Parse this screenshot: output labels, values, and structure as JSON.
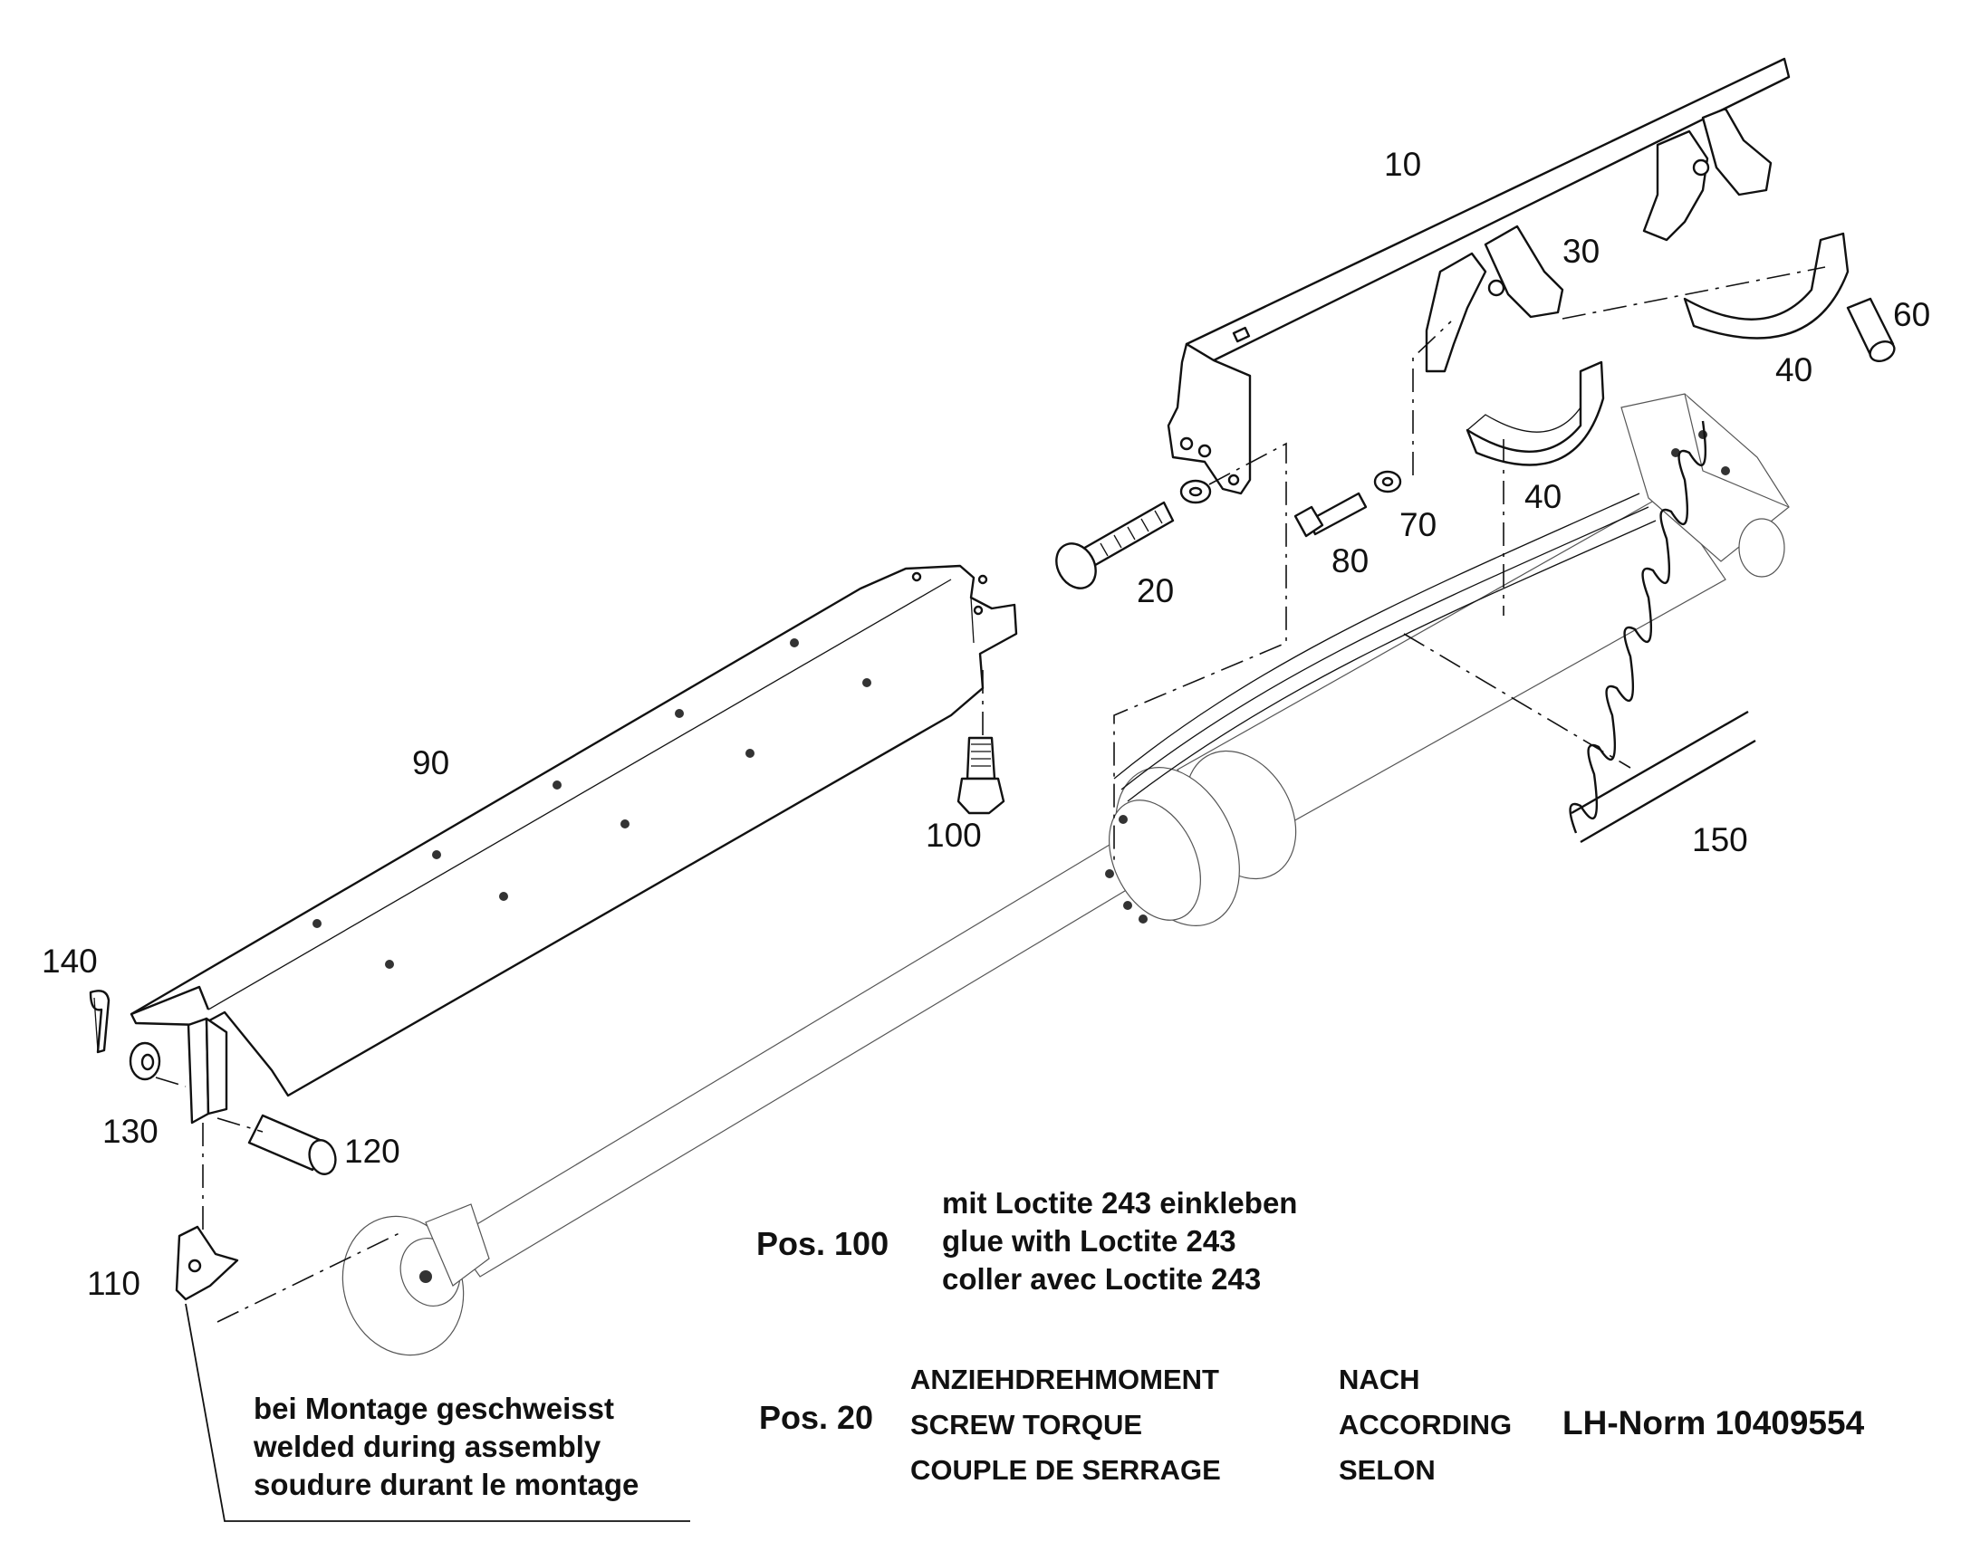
{
  "labels": {
    "p10": "10",
    "p20": "20",
    "p30": "30",
    "p40a": "40",
    "p40b": "40",
    "p60": "60",
    "p70": "70",
    "p80": "80",
    "p90": "90",
    "p100": "100",
    "p110": "110",
    "p120": "120",
    "p130": "130",
    "p140": "140",
    "p150": "150"
  },
  "notes": {
    "pos100": {
      "label": "Pos. 100",
      "line1": "mit Loctite 243 einkleben",
      "line2": "glue with Loctite 243",
      "line3": "coller avec Loctite 243"
    },
    "pos20": {
      "label": "Pos. 20",
      "torque_de": "ANZIEHDREHMOMENT",
      "torque_en": "SCREW TORQUE",
      "torque_fr": "COUPLE DE SERRAGE",
      "according_de": "NACH",
      "according_en": "ACCORDING",
      "according_fr": "SELON",
      "norm": "LH-Norm 10409554"
    },
    "weld": {
      "line1": "bei Montage geschweisst",
      "line2": "welded during assembly",
      "line3": "soudure durant le montage"
    }
  }
}
